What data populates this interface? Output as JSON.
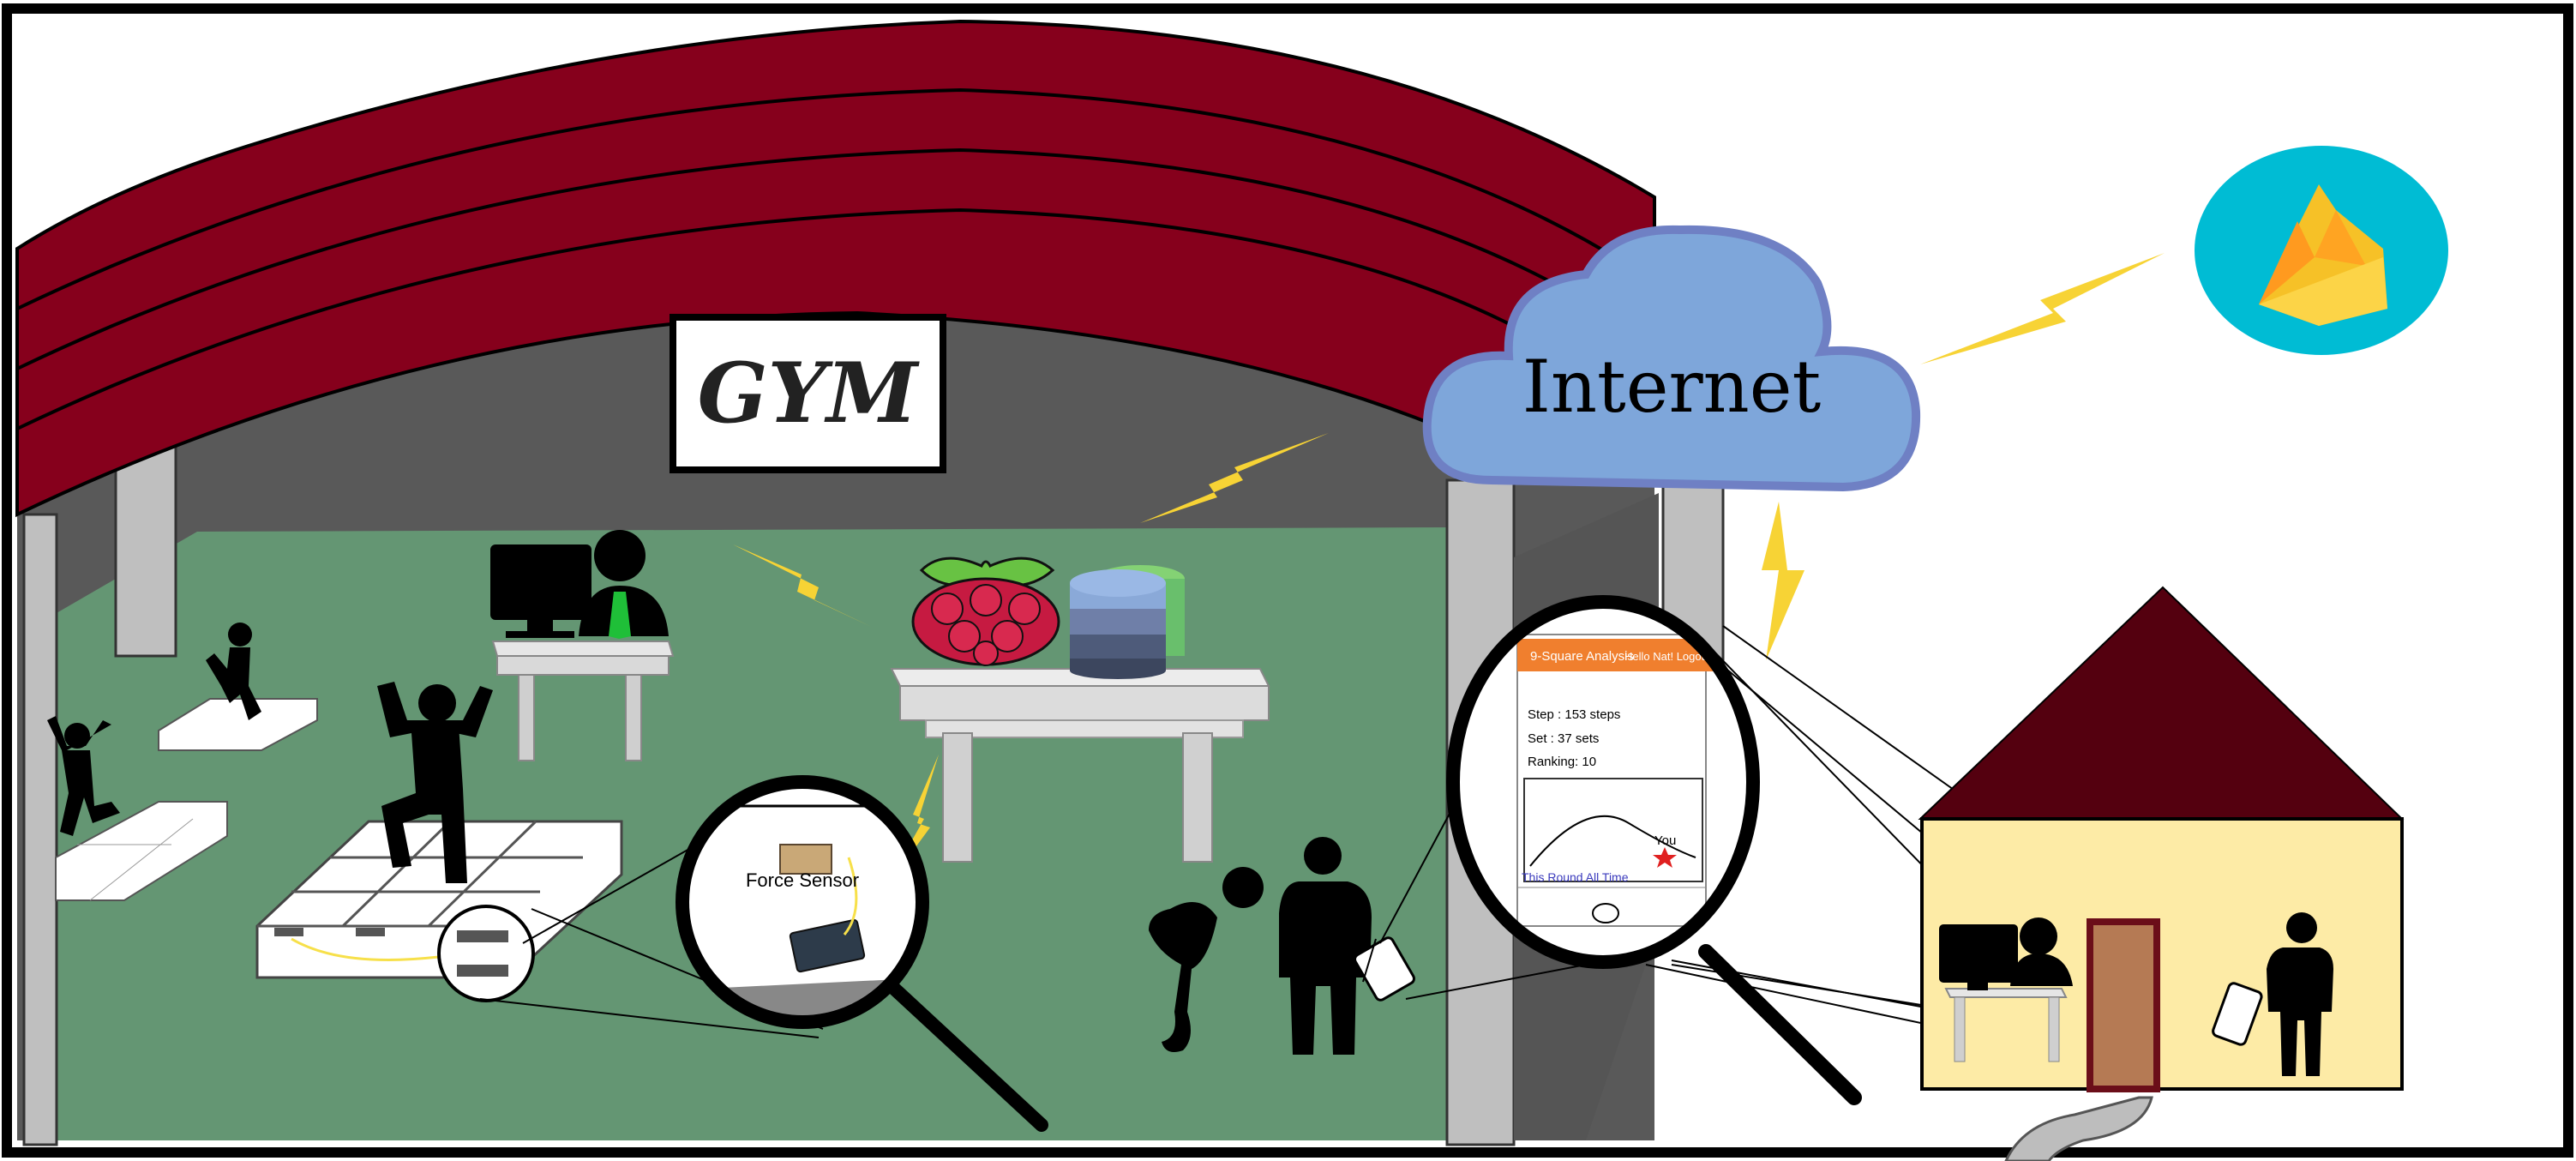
{
  "gym": {
    "sign": "GYM"
  },
  "cloud": {
    "label": "Internet"
  },
  "sensor": {
    "label": "Force Sensor"
  },
  "phone": {
    "app_title": "9-Square Analysis",
    "greeting": "Hello Nat! Logout",
    "step": "Step : 153 steps",
    "set": "Set : 37 sets",
    "ranking": "Ranking: 10",
    "you_label": "You",
    "tabs": "This Round  All Time"
  },
  "colors": {
    "roof": "#86001c",
    "floor": "#649673",
    "back_wall": "#595959",
    "cloud_fill": "#7ea6da",
    "cloud_stroke": "#6f80c4",
    "bolt": "#f7d335",
    "house_wall": "#fdeba6",
    "house_roof": "#54000f",
    "door": "#b57a54",
    "firebase_bg": "#00bcd4",
    "phone_bar": "#f07f2e"
  },
  "icons": [
    "raspberry-pi-icon",
    "database-icon",
    "firebase-icon",
    "lightning-icon",
    "computer-icon",
    "magnifier-icon",
    "smartphone-icon"
  ]
}
